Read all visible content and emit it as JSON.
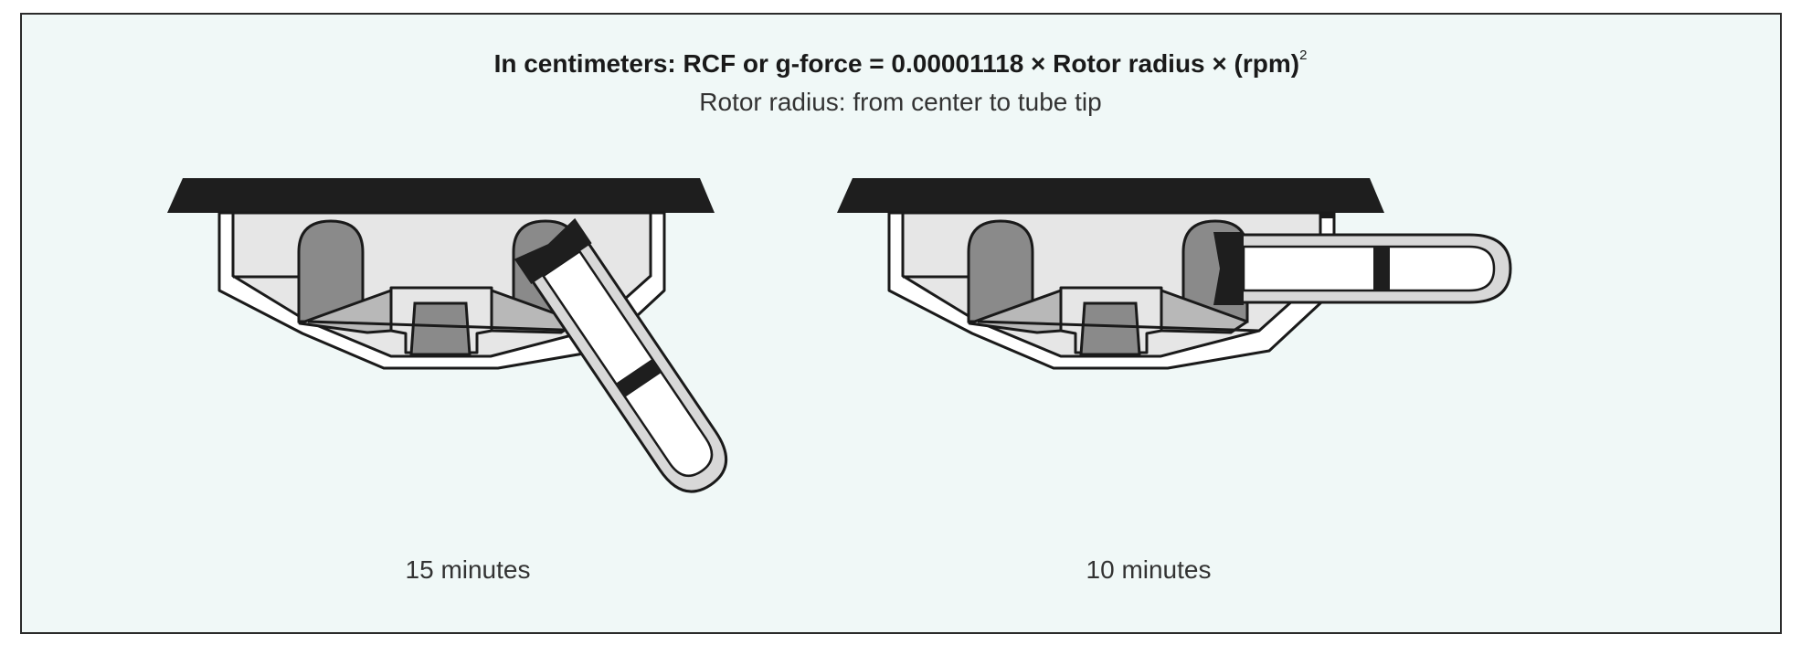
{
  "header": {
    "formula": "In centimeters: RCF or g-force = 0.00001118 × Rotor radius × (rpm)",
    "formula_exponent": "2",
    "note": "Rotor radius: from center to tube tip"
  },
  "diagrams": [
    {
      "caption": "15 minutes",
      "tube_state": "swinging"
    },
    {
      "caption": "10 minutes",
      "tube_state": "horizontal"
    }
  ],
  "colors": {
    "background": "#f0f8f7",
    "outline": "#1a1a1a",
    "rotor_fill": "#e6e6e6",
    "bucket": "#8a8a8a",
    "ramp": "#b8b8b8",
    "tube_wall": "#d8d8d8",
    "tube_inside": "#ffffff"
  }
}
